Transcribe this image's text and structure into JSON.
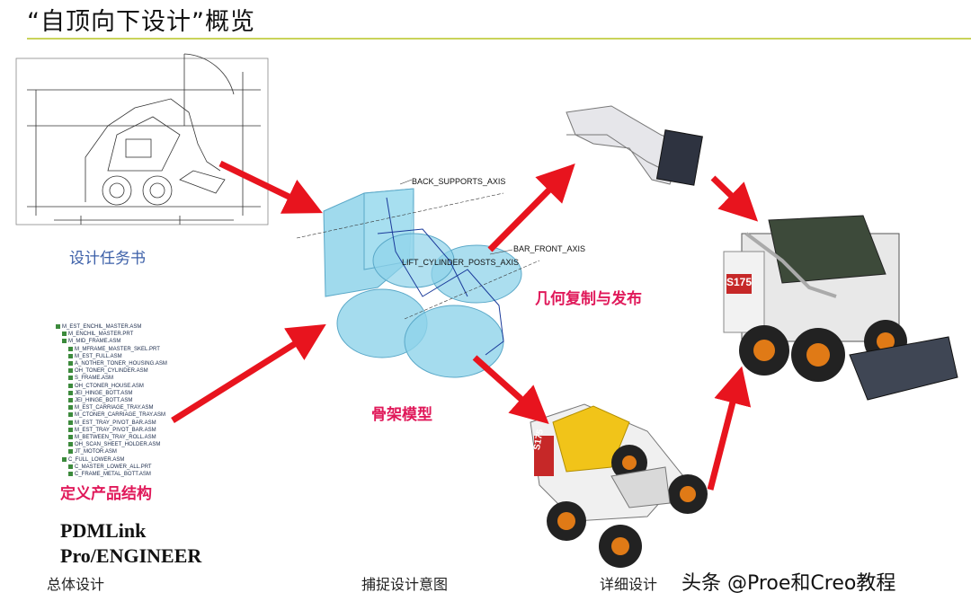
{
  "title": "“自顶向下设计”概览",
  "labels": {
    "design_spec": "设计任务书",
    "define_structure": "定义产品结构",
    "skeleton_model": "骨架模型",
    "geometry_copy": "几何复制与发布",
    "pdmlink": "PDMLink",
    "proengineer": "Pro/ENGINEER"
  },
  "axis_labels": {
    "back_supports": "BACK_SUPPORTS_AXIS",
    "bar_front": "BAR_FRONT_AXIS",
    "lift_cylinder": "LIFT_CYLINDER_POSTS_AXIS"
  },
  "phases": {
    "overall": "总体设计",
    "capture": "捕捉设计意图",
    "detailed": "详细设计"
  },
  "watermark": "头条 @Proe和Creo教程",
  "machine_badge": "S175",
  "model_tree": [
    "M_EST_ENCHIL_MASTER.ASM",
    "M_ENCHIL_MASTER.PRT",
    "M_MID_FRAME.ASM",
    "M_MFRAME_MASTER_SKEL.PRT",
    "M_EST_FULL.ASM",
    "A_NOTHER_TONER_HOUSING.ASM",
    "OH_TONER_CYLINDER.ASM",
    "S_FRAME.ASM",
    "OH_CTONER_HOUSE.ASM",
    "JEI_HINGE_BOTT.ASM",
    "JEI_HINGE_BOTT.ASM",
    "M_EST_CARRIAGE_TRAY.ASM",
    "M_CTONER_CARRIAGE_TRAY.ASM",
    "M_EST_TRAY_PIVOT_BAR.ASM",
    "M_EST_TRAY_PIVOT_BAR.ASM",
    "M_BETWEEN_TRAY_ROLL.ASM",
    "OH_SCAN_SHEET_HOLDER.ASM",
    "JT_MOTOR.ASM",
    "C_FULL_LOWER.ASM",
    "C_MASTER_LOWER_ALL.PRT",
    "C_FRAME_METAL_BOTT.ASM"
  ],
  "colors": {
    "arrow": "#e8141e",
    "skeleton": "#8fd3ea",
    "accent_red_text": "#e0195a",
    "blue_text": "#3b5fa8",
    "rule": "#c9d35a"
  }
}
